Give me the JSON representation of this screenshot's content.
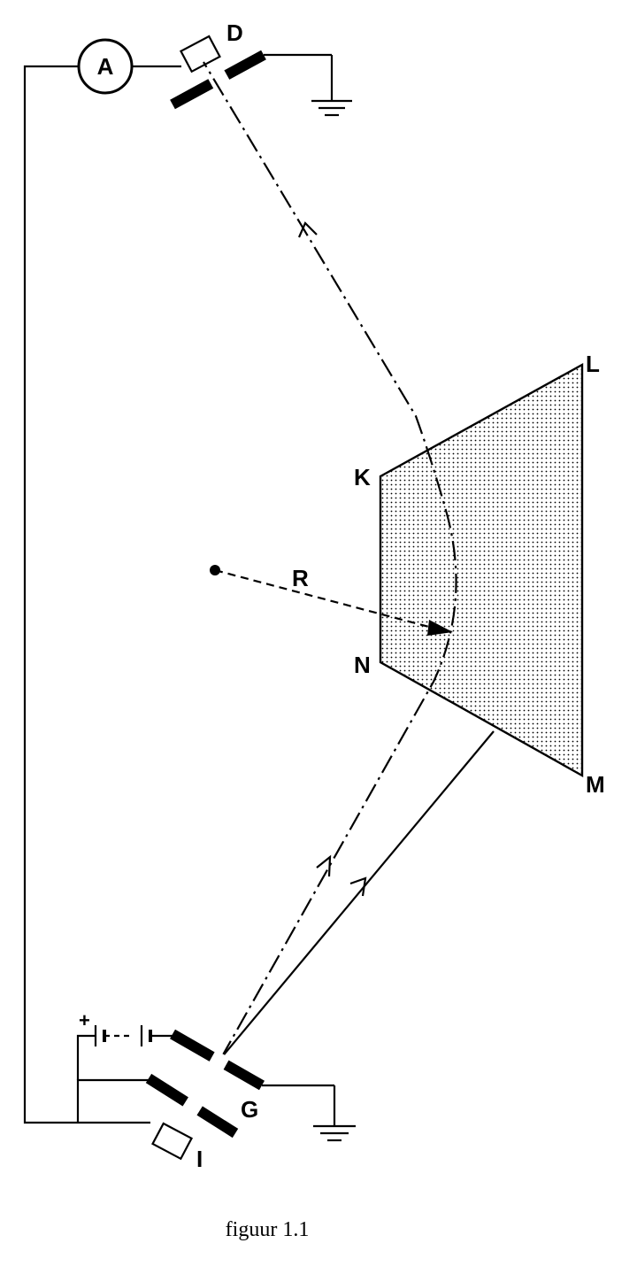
{
  "labels": {
    "ammeter": "A",
    "detector": "D",
    "corner_k": "K",
    "corner_l": "L",
    "corner_m": "M",
    "corner_n": "N",
    "radius": "R",
    "plate_g": "G",
    "source_i": "I",
    "battery_plus": "+"
  },
  "caption": "figuur 1.1",
  "colors": {
    "ink": "#000000",
    "paper": "#ffffff",
    "plate_dots": "#000000"
  }
}
